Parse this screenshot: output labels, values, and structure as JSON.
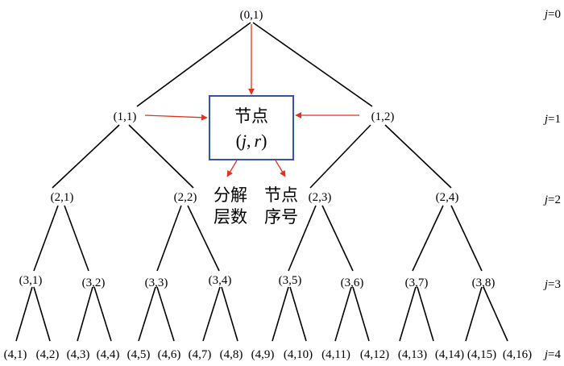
{
  "nodes": {
    "n01": "(0,1)",
    "n11": "(1,1)",
    "n12": "(1,2)",
    "n21": "(2,1)",
    "n22": "(2,2)",
    "n23": "(2,3)",
    "n24": "(2,4)",
    "n31": "(3,1)",
    "n32": "(3,2)",
    "n33": "(3,3)",
    "n34": "(3,4)",
    "n35": "(3,5)",
    "n36": "(3,6)",
    "n37": "(3,7)",
    "n38": "(3,8)",
    "n41": "(4,1)",
    "n42": "(4,2)",
    "n43": "(4,3)",
    "n44": "(4,4)",
    "n45": "(4,5)",
    "n46": "(4,6)",
    "n47": "(4,7)",
    "n48": "(4,8)",
    "n49": "(4,9)",
    "n410": "(4,10)",
    "n411": "(4,11)",
    "n412": "(4,12)",
    "n413": "(4,13)",
    "n414": "(4,14)",
    "n415": "(4,15)",
    "n416": "(4,16)"
  },
  "levels": {
    "j_symbol": "j",
    "l0": "=0",
    "l1": "=1",
    "l2": "=2",
    "l3": "=3",
    "l4": "=4"
  },
  "callout": {
    "title": "节点",
    "open": "(",
    "j": "j",
    "comma": ",",
    "r": "r",
    "close": ")"
  },
  "annotations": {
    "decomp_line1": "分解",
    "decomp_line2": "层数",
    "node_line1": "节点",
    "node_line2": "序号"
  },
  "colors": {
    "edge": "#000000",
    "arrow": "#e5311e",
    "box_border": "#2f56a4"
  }
}
